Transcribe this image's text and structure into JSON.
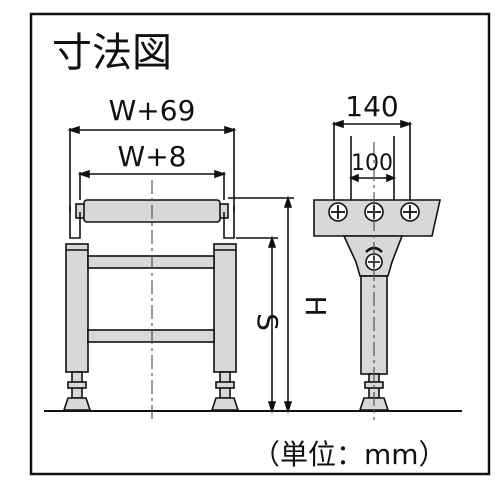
{
  "title": "寸法図",
  "dimensions": {
    "overall_width": "W+69",
    "roller_width": "W+8",
    "side_width": "140",
    "side_inner_width": "100",
    "height_s": "S",
    "height_h": "H"
  },
  "unit_note": "（単位：mm）",
  "colors": {
    "stroke": "#111111",
    "fill": "#d8d8d8",
    "centerline": "#555555"
  }
}
